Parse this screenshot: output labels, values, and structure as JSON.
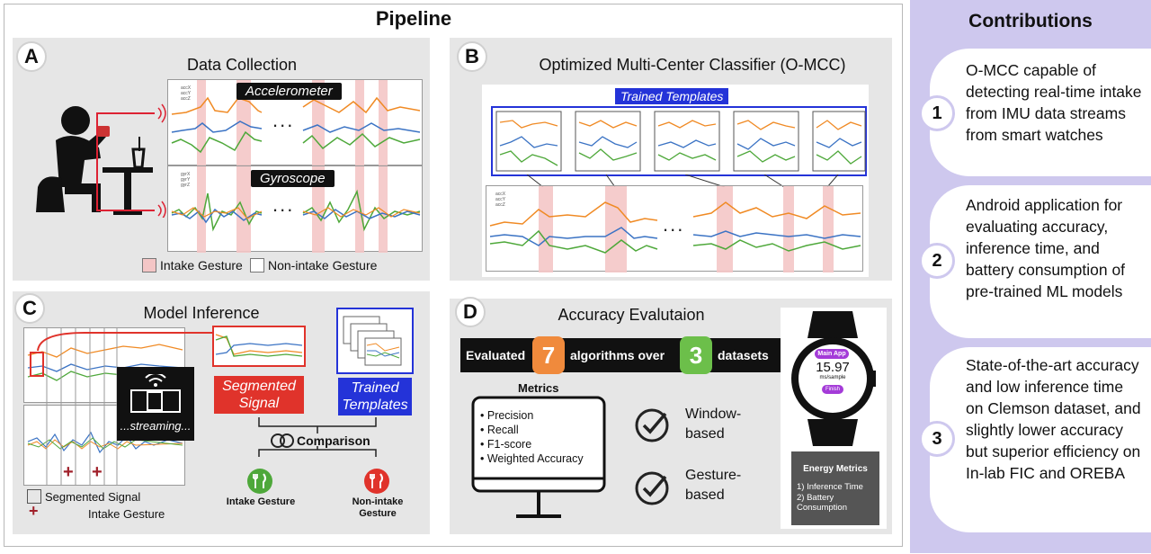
{
  "pipeline": {
    "title": "Pipeline"
  },
  "panel_a": {
    "letter": "A",
    "title": "Data Collection",
    "accelerometer_label": "Accelerometer",
    "gyroscope_label": "Gyroscope",
    "acc_axes": [
      "accX",
      "accY",
      "accZ"
    ],
    "gyr_axes": [
      "gyrX",
      "gyrY",
      "gyrZ"
    ],
    "ellipsis": "...",
    "legend_intake": "Intake Gesture",
    "legend_nonintake": "Non-intake Gesture"
  },
  "panel_b": {
    "letter": "B",
    "title": "Optimized Multi-Center Classifier (O-MCC)",
    "templates_label": "Trained Templates",
    "acc_axes": [
      "accX",
      "accY",
      "accZ"
    ],
    "ellipsis": "..."
  },
  "panel_c": {
    "letter": "C",
    "title": "Model Inference",
    "segmented_signal_label": "Segmented Signal",
    "trained_templates_label": "Trained Templates",
    "streaming_label": "...streaming...",
    "comparison_label": "Comparison",
    "intake_label": "Intake Gesture",
    "nonintake_label": "Non-intake Gesture",
    "legend_segmented": "Segmented Signal",
    "legend_intake": "Intake Gesture",
    "plus_marker": "+"
  },
  "panel_d": {
    "letter": "D",
    "title": "Accuracy Evalutaion",
    "banner": {
      "evaluated": "Evaluated",
      "algo_count": "7",
      "algorithms_over": "algorithms over",
      "dataset_count": "3",
      "datasets": "datasets"
    },
    "metrics_title": "Metrics",
    "metrics": [
      "Precision",
      "Recall",
      "F1-score",
      "Weighted Accuracy"
    ],
    "window_based": "Window-\nbased",
    "gesture_based": "Gesture-\nbased",
    "watch": {
      "app": "Main App",
      "value": "15.97",
      "unit": "ms/sample",
      "button": "Finish"
    },
    "energy_title": "Energy Metrics",
    "energy_items": [
      "1) Inference Time",
      "2) Battery Consumption"
    ]
  },
  "contributions": {
    "title": "Contributions",
    "items": [
      {
        "number": "1",
        "text": "O-MCC capable of detecting real-time intake from IMU data streams from smart watches"
      },
      {
        "number": "2",
        "text": "Android application for evaluating accuracy, inference time, and battery consumption of pre-trained ML models"
      },
      {
        "number": "3",
        "text": "State-of-the-art accuracy and low inference time on Clemson dataset, and slightly lower accuracy but superior efficiency on In-lab FIC and OREBA"
      }
    ]
  },
  "colors": {
    "acc_x": "#3b73c4",
    "acc_y": "#f08a24",
    "acc_z": "#4ea83a",
    "intake_highlight": "#f4c6c6",
    "segmented_red": "#e0332b",
    "templates_blue": "#2433d8",
    "contrib_bg": "#cec8ee",
    "orange_badge": "#f08a3c",
    "green_badge": "#6cbf4a",
    "watch_purple": "#a43bd8"
  }
}
